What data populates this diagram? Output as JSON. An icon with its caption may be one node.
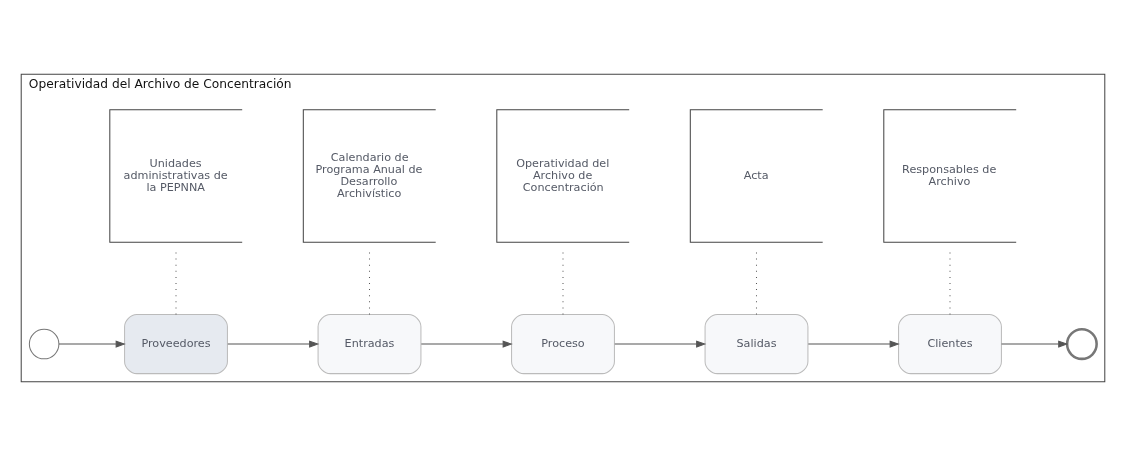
{
  "diagram": {
    "nodes": [
      {
        "text": [
          "Operatividad del Archivo de Concentración"
        ]
      },
      {
        "text": [],
        "shape": "circle",
        "in": 0
      },
      {
        "text": [
          "Proveedores"
        ],
        "in": 0
      },
      {
        "text": [
          "Entradas"
        ],
        "in": 0
      },
      {
        "text": [
          "Proceso"
        ],
        "in": 0
      },
      {
        "text": [
          "Salidas"
        ],
        "in": 0
      },
      {
        "text": [
          "Clientes"
        ],
        "in": 0
      },
      {
        "text": [],
        "shape": "circle",
        "in": 0
      },
      {
        "text": [
          "Unidades administrativas de la PEPNNA"
        ],
        "in": 0
      },
      {
        "text": [
          "Calendario de Programa Anual de Desarrollo Archivístico"
        ],
        "in": 0
      },
      {
        "text": [
          "Operatividad del Archivo de Concentración"
        ],
        "in": 0
      },
      {
        "text": [
          "Acta"
        ],
        "in": 0
      },
      {
        "text": [
          "Responsables de Archivo"
        ],
        "in": 0
      }
    ],
    "edges": [
      {
        "from": 1,
        "to": 2,
        "arrow": "to"
      },
      {
        "from": 2,
        "to": 3,
        "arrow": "to"
      },
      {
        "from": 3,
        "to": 4,
        "arrow": "to"
      },
      {
        "from": 4,
        "to": 5,
        "arrow": "to"
      },
      {
        "from": 5,
        "to": 6,
        "arrow": "to"
      },
      {
        "from": 6,
        "to": 7,
        "arrow": "to"
      },
      {
        "from": 2,
        "to": 8,
        "arrow": "none",
        "style": "dashed"
      },
      {
        "from": 3,
        "to": 9,
        "arrow": "none",
        "style": "dashed"
      },
      {
        "from": 4,
        "to": 10,
        "arrow": "none",
        "style": "dashed"
      },
      {
        "from": 5,
        "to": 11,
        "arrow": "none",
        "style": "dashed"
      },
      {
        "from": 6,
        "to": 12,
        "arrow": "none",
        "style": "dashed"
      }
    ]
  }
}
